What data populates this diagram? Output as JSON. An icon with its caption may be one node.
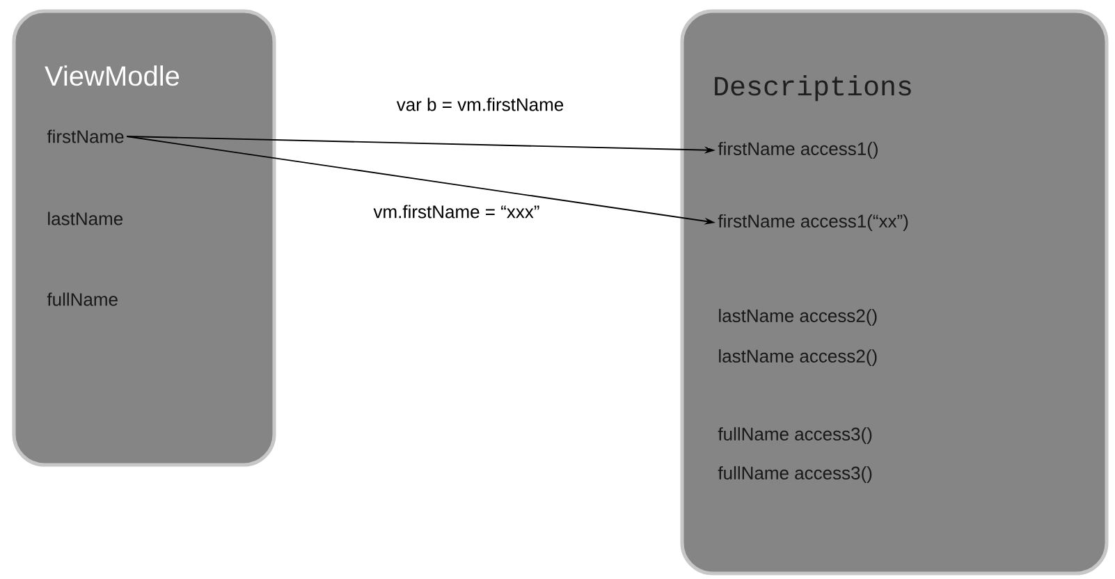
{
  "diagram": {
    "nodes": [
      {
        "text": [
          "ViewModle"
        ]
      },
      {
        "text": [
          "firstName"
        ],
        "in": 0
      },
      {
        "text": [
          "lastName"
        ],
        "in": 0
      },
      {
        "text": [
          "fullName"
        ],
        "in": 0
      },
      {
        "text": [
          "Descriptions"
        ]
      },
      {
        "text": [
          "firstName access1()"
        ],
        "in": 4
      },
      {
        "text": [
          "firstName access1(“xx”)"
        ],
        "in": 4
      },
      {
        "text": [
          "lastName access2()"
        ],
        "in": 4
      },
      {
        "text": [
          "lastName access2()"
        ],
        "in": 4
      },
      {
        "text": [
          "fullName access3()"
        ],
        "in": 4
      },
      {
        "text": [
          "fullName access3()"
        ],
        "in": 4
      }
    ],
    "edges": [
      {
        "from": 1,
        "to": 5,
        "arrow": "to",
        "label": "var b = vm.firstName"
      },
      {
        "from": 1,
        "to": 6,
        "arrow": "to",
        "label": "vm.firstName = “xxx”"
      }
    ]
  }
}
